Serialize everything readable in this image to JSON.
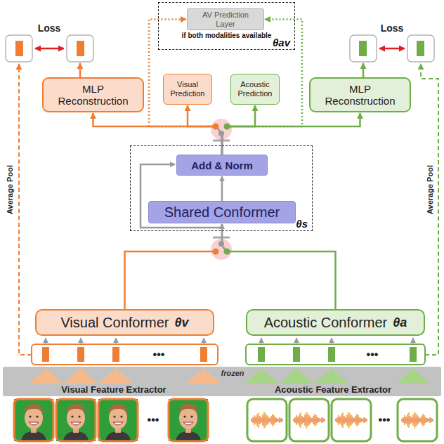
{
  "diagram": {
    "nodes": [
      {
        "text": [
          "if both modalities available",
          "θav"
        ]
      },
      {
        "text": [
          "AV Prediction Layer"
        ],
        "in": 0
      },
      {
        "text": [
          "MLP Reconstruction"
        ]
      },
      {
        "text": [
          "Visual Prediction"
        ]
      },
      {
        "text": [
          "Acoustic Prediction"
        ]
      },
      {
        "text": [
          "MLP Reconstruction"
        ]
      },
      {
        "text": [
          "θs"
        ]
      },
      {
        "text": [
          "Add & Norm"
        ],
        "in": 6
      },
      {
        "text": [
          "Shared Conformer"
        ],
        "in": 6
      },
      {
        "text": [
          "Visual Conformer",
          "θv"
        ]
      },
      {
        "text": [
          "Acoustic Conformer",
          "θa"
        ]
      },
      {
        "text": [
          "frozen",
          "Visual Feature Extractor",
          "Acoustic Feature Extractor"
        ]
      }
    ],
    "edges": [
      {
        "from": 9,
        "to": 8,
        "arrow": "to"
      },
      {
        "from": 10,
        "to": 8,
        "arrow": "to"
      },
      {
        "from": 8,
        "to": 7,
        "arrow": "to"
      },
      {
        "from": 7,
        "to": 2,
        "arrow": "to"
      },
      {
        "from": 7,
        "to": 3,
        "arrow": "to"
      },
      {
        "from": 7,
        "to": 4,
        "arrow": "to"
      },
      {
        "from": 7,
        "to": 5,
        "arrow": "to"
      },
      {
        "from": 7,
        "to": 1,
        "arrow": "to"
      },
      {
        "from": 7,
        "to": 1,
        "arrow": "to"
      }
    ],
    "labels": [
      "Loss",
      "Loss",
      "Average Pool",
      "Average Pool",
      "•••",
      "•••",
      "•••",
      "•••"
    ]
  }
}
